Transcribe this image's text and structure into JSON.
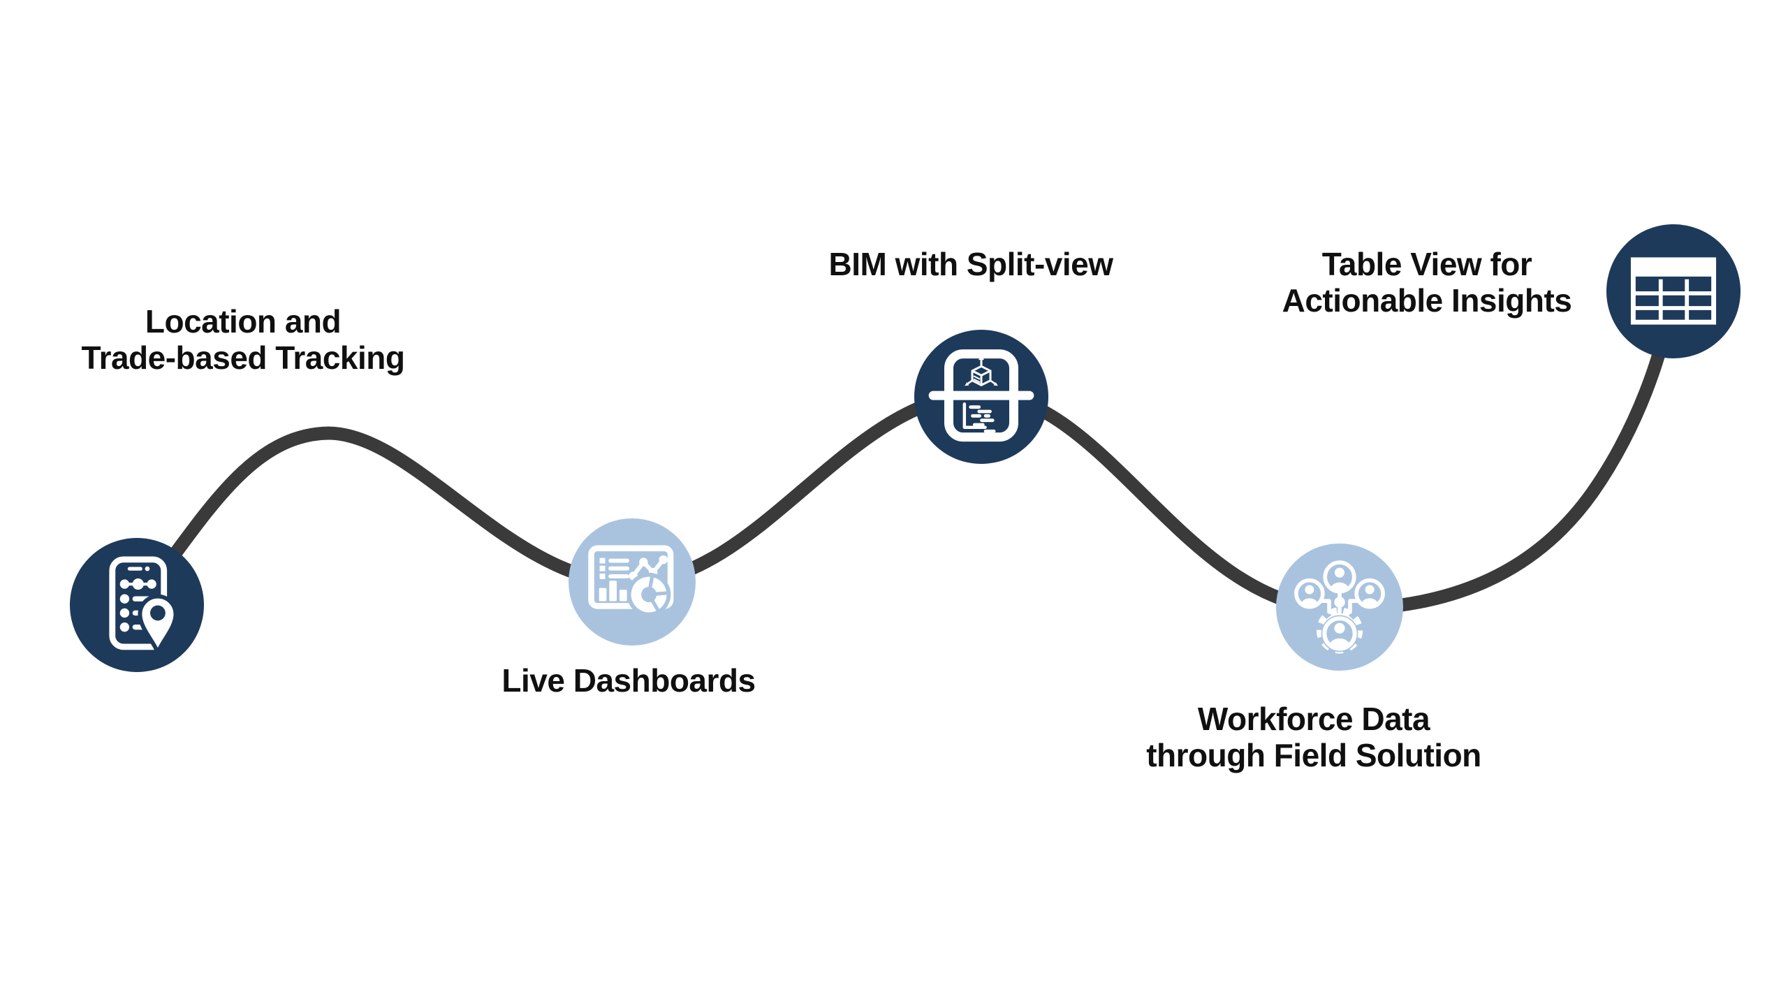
{
  "colors": {
    "navy": "#1e3a5b",
    "light_blue": "#a9c3df",
    "path_line": "#3a3a3a",
    "text": "#101010",
    "background": "#ffffff"
  },
  "milestones": [
    {
      "label": "Location and\nTrade-based Tracking",
      "icon": "phone-checklist-location-icon",
      "circle_style": "navy"
    },
    {
      "label": "Live Dashboards",
      "icon": "dashboard-charts-icon",
      "circle_style": "light-blue"
    },
    {
      "label": "BIM with Split-view",
      "icon": "bim-split-view-icon",
      "circle_style": "navy"
    },
    {
      "label": "Workforce Data\nthrough Field Solution",
      "icon": "workforce-gear-icon",
      "circle_style": "light-blue"
    },
    {
      "label": "Table View for\nActionable Insights",
      "icon": "table-grid-icon",
      "circle_style": "navy"
    }
  ]
}
